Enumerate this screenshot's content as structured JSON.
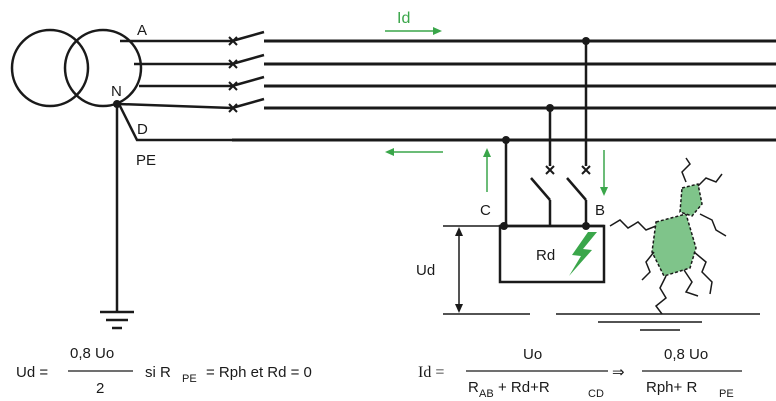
{
  "colors": {
    "line": "#1a1a1a",
    "accent": "#3aa64a",
    "fill": "#7fc48a",
    "background": "#ffffff"
  },
  "labels": {
    "phase": "A",
    "neutral": "N",
    "neutral_d": "D",
    "protective": "PE",
    "current": "Id",
    "point_c": "C",
    "point_b": "B",
    "voltage": "Ud",
    "resistance": "Rd"
  },
  "formula_ud": {
    "lhs": "Ud =",
    "numerator": "0,8  Uo",
    "denominator": "2",
    "condition_prefix": "si R",
    "condition_sub": "PE",
    "condition_suffix": "= Rph et Rd = 0"
  },
  "formula_id": {
    "lhs": "Id =",
    "numerator": "Uo",
    "denom_r1": "R",
    "denom_r1_sub": "AB",
    "denom_mid": "+ Rd+R",
    "denom_r2_sub": "CD",
    "implies": "⇒",
    "numerator2": "0,8 Uo",
    "denom2_prefix": "Rph+ R",
    "denom2_sub": "PE"
  }
}
